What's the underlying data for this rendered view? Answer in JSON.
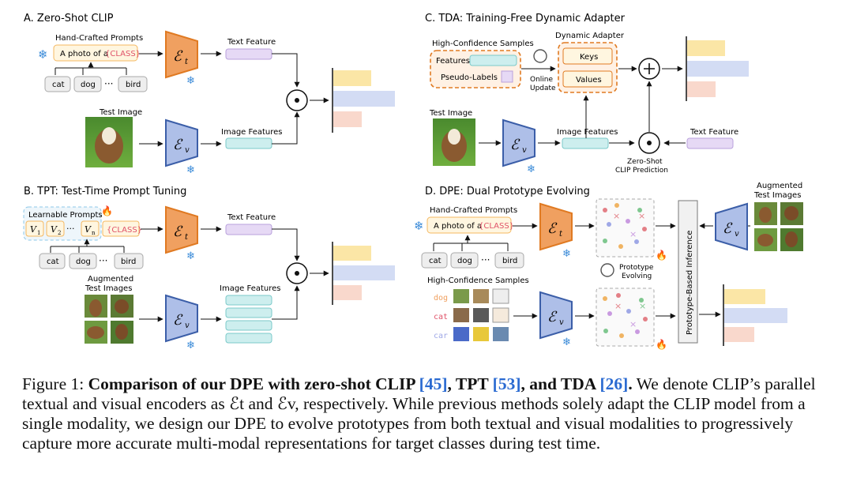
{
  "panels": {
    "a": {
      "title": "A. Zero-Shot CLIP",
      "prompts": "Hand-Crafted Prompts",
      "photo_prefix": "A photo of a",
      "cls": "{CLASS}",
      "words": [
        "cat",
        "dog",
        "bird"
      ],
      "text_feature": "Text Feature",
      "image_features": "Image Features",
      "test_image": "Test Image"
    },
    "b": {
      "title": "B. TPT: Test-Time Prompt Tuning",
      "learnable": "Learnable Prompts",
      "v1": "V",
      "v2": "V",
      "vn": "V",
      "sub1": "1",
      "sub2": "2",
      "subn": "n",
      "cls": "{CLASS}",
      "words": [
        "cat",
        "dog",
        "bird"
      ],
      "text_feature": "Text Feature",
      "image_features": "Image Features",
      "aug1": "Augmented",
      "aug2": "Test Images"
    },
    "c": {
      "title": "C. TDA: Training-Free Dynamic Adapter",
      "hcs": "High-Confidence Samples",
      "features": "Features",
      "pseudo": "Pseudo-Labels",
      "adapter": "Dynamic Adapter",
      "keys": "Keys",
      "values": "Values",
      "online1": "Online",
      "online2": "Update",
      "test_image": "Test Image",
      "image_features": "Image Features",
      "text_feature": "Text Feature",
      "zs1": "Zero-Shot",
      "zs2": "CLIP Prediction"
    },
    "d": {
      "title": "D. DPE: Dual Prototype Evolving",
      "prompts": "Hand-Crafted Prompts",
      "photo_prefix": "A photo of a",
      "cls": "{CLASS}",
      "words": [
        "cat",
        "dog",
        "bird"
      ],
      "hcs": "High-Confidence Samples",
      "labels": [
        "dog",
        "cat",
        "car"
      ],
      "proto1": "Prototype",
      "proto2": "Evolving",
      "inference": "Prototype-Based Inference",
      "aug1": "Augmented",
      "aug2": "Test Images"
    }
  },
  "encoders": {
    "text": "t",
    "visual": "v",
    "glyph": "ℰ"
  },
  "symbols": {
    "dots": "···",
    "snowflake": "❄",
    "fire": "🔥",
    "dot_op": "⊙",
    "plus_op": "⊕"
  },
  "caption": {
    "lead": "Figure 1: ",
    "bold": "Comparison of our DPE with zero-shot CLIP ",
    "r1": "[45]",
    "c1": ", TPT ",
    "r2": "[53]",
    "c2": ", and TDA ",
    "r3": "[26]",
    "c3": ".",
    "rest": " We denote CLIP’s parallel textual and visual encoders as ℰt and ℰv, respectively. While previous methods solely adapt the CLIP model from a single modality, we design our DPE to evolve prototypes from both textual and visual modalities to progressively capture more accurate multi-modal representations for target classes during test time."
  },
  "colors": {
    "text_enc": "#f0a060",
    "text_enc_stroke": "#e07a22",
    "vis_enc": "#aebfe8",
    "vis_enc_stroke": "#3b5ea8",
    "text_feat": "#e6d9f5",
    "img_feat": "#cdeeee",
    "bar1": "#fbe6a6",
    "bar2": "#d3dcf4",
    "bar3": "#f9d8cc",
    "orange_box": "#fff1e4"
  }
}
